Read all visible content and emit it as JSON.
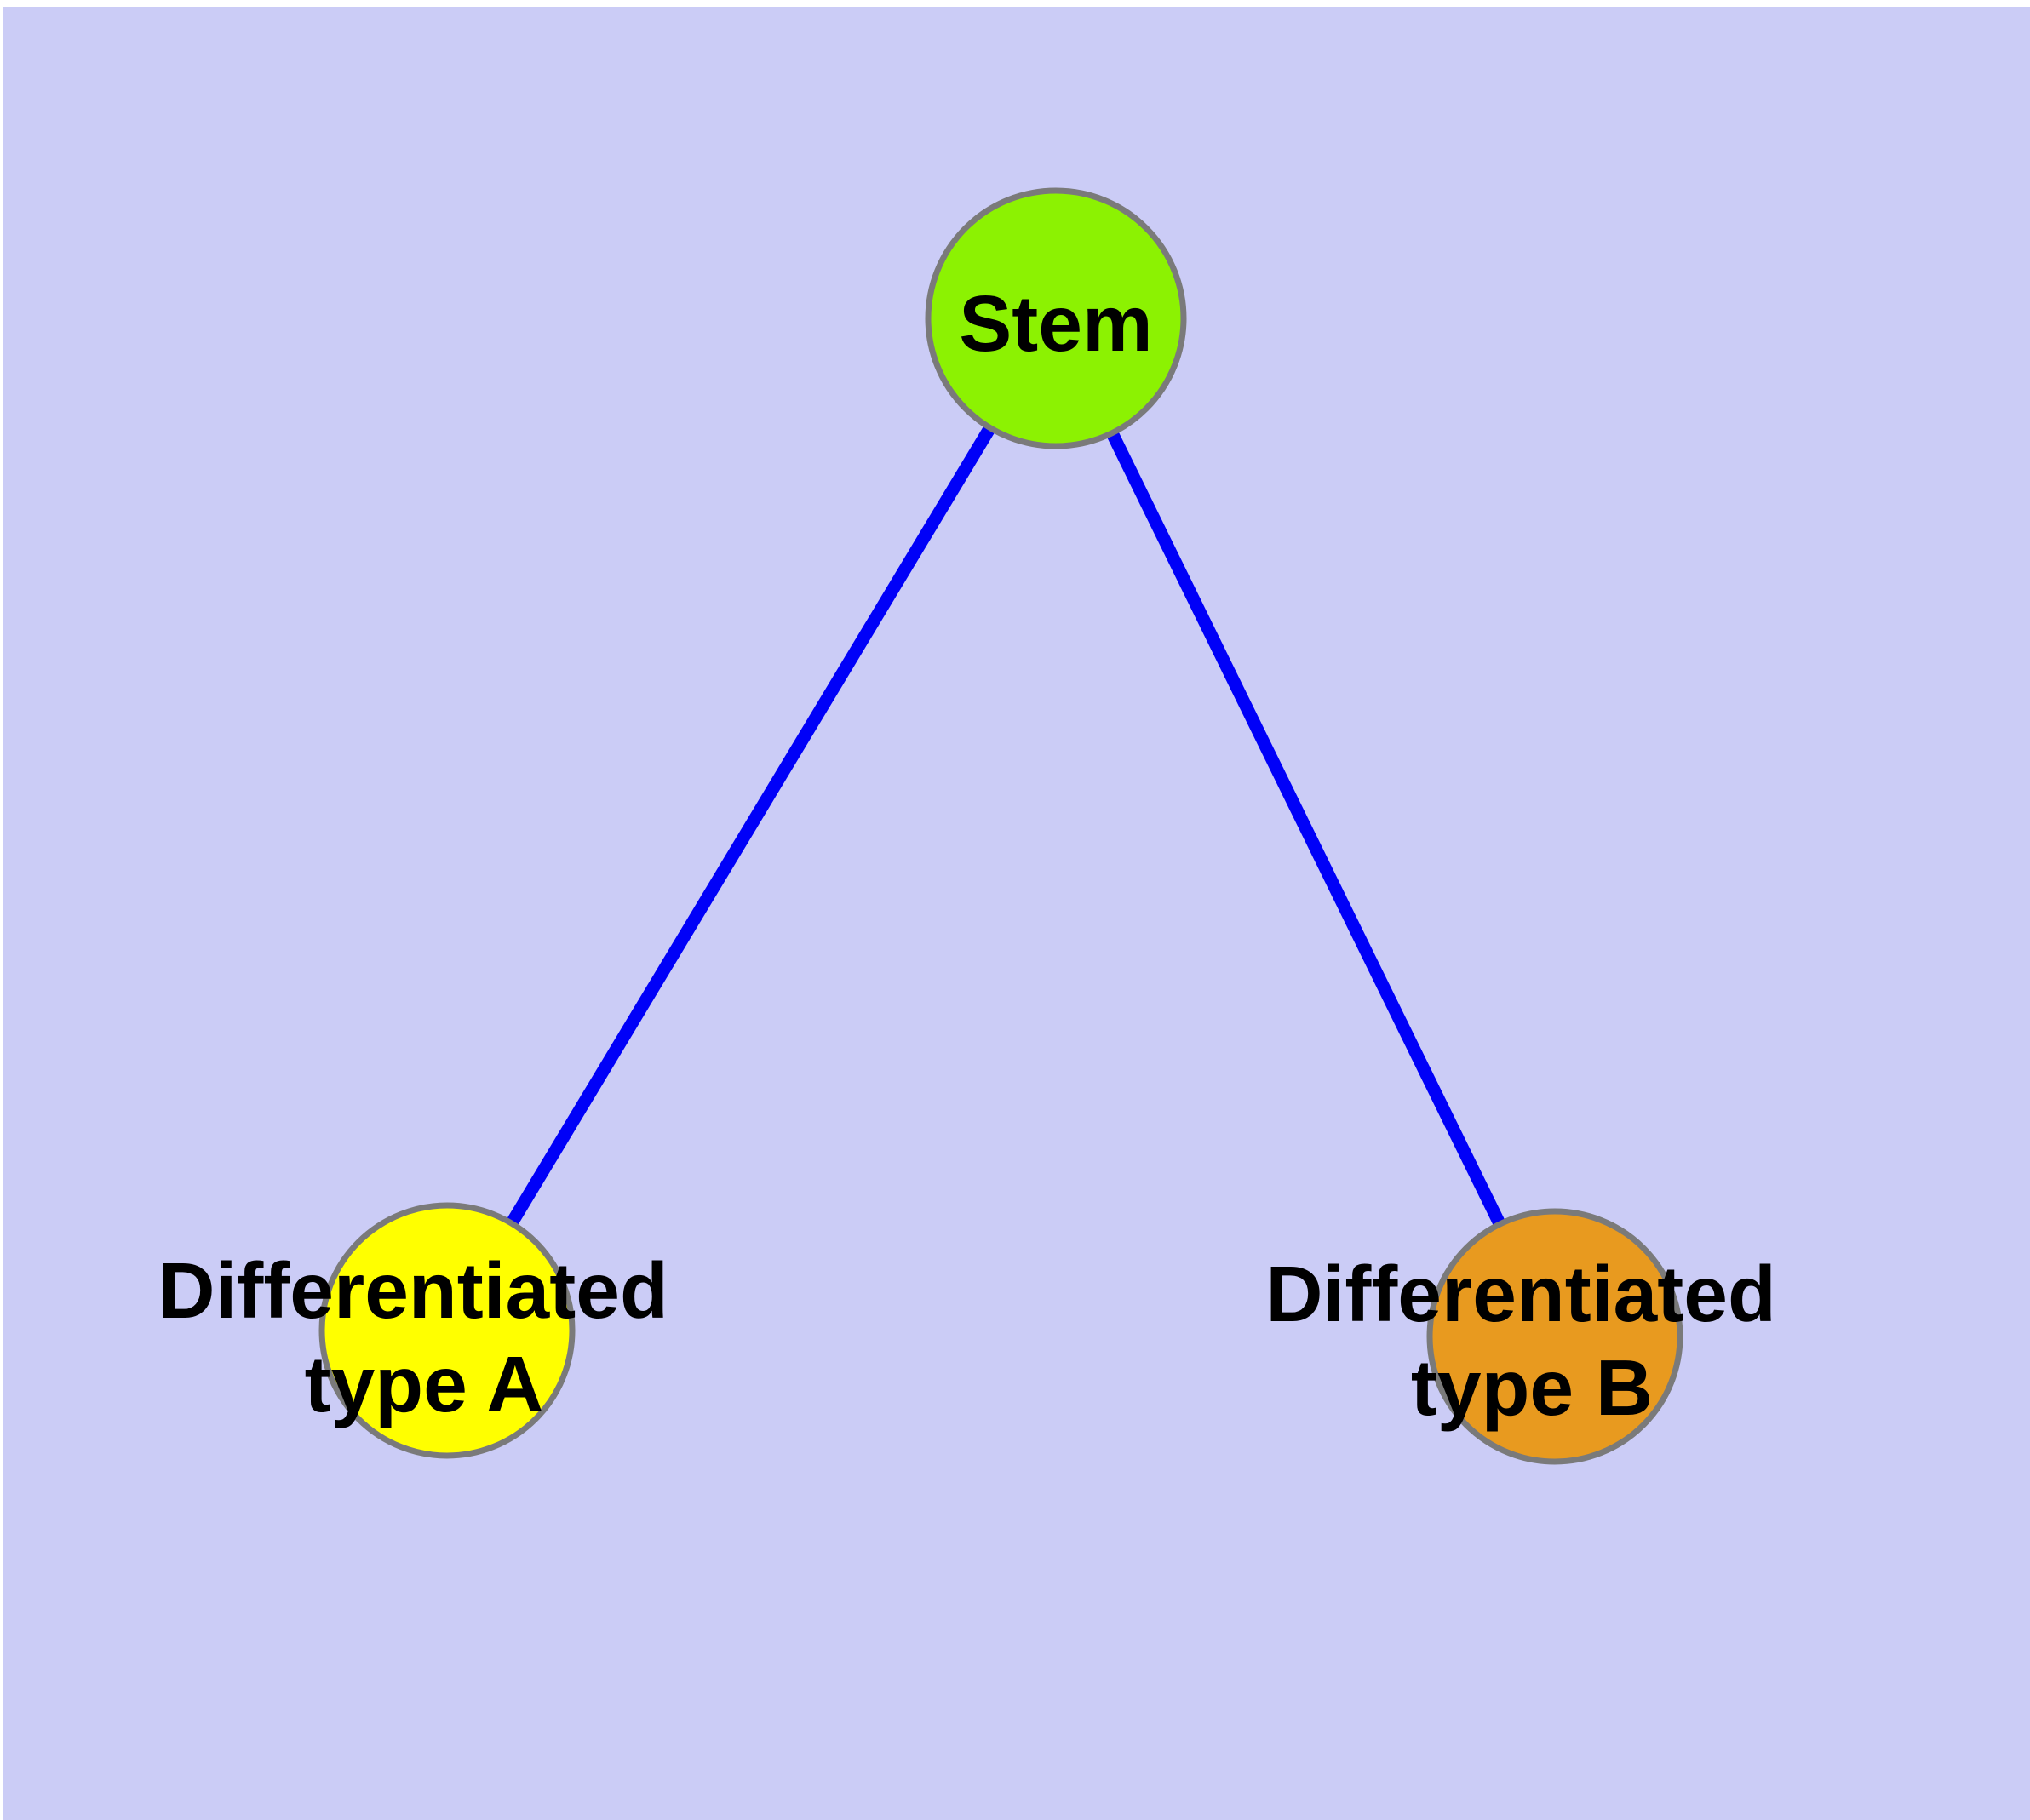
{
  "figure": {
    "kind": "node-link-graph",
    "nodes": [
      {
        "id": "stem",
        "label": "Stem",
        "lines": [
          "Stem"
        ],
        "fill": "#8CF202"
      },
      {
        "id": "type-a",
        "label": "Differentiated type A",
        "lines": [
          "Differentiated",
          "type A"
        ],
        "fill": "#FFFF00"
      },
      {
        "id": "type-b",
        "label": "Differentiated type B",
        "lines": [
          "Differentiated",
          "type B"
        ],
        "fill": "#E89A1F"
      }
    ],
    "edges": [
      {
        "from": "Stem",
        "to": "Differentiated type A"
      },
      {
        "from": "Stem",
        "to": "Differentiated type B"
      }
    ]
  },
  "colors": {
    "page_bg": "#FFFFFF",
    "canvas_bg": "#CBCCF6",
    "edge_color": "#0000F8",
    "node_border": "#7A7A7A",
    "label_color": "#000000"
  }
}
